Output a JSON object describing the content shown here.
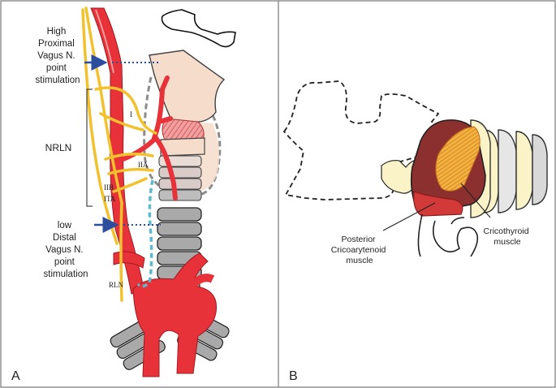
{
  "panel_a": {
    "letter": "A",
    "high_label": [
      "High",
      "Proximal",
      "Vagus N.",
      "point",
      "stimulation"
    ],
    "low_label": [
      "low",
      "Distal",
      "Vagus N.",
      "point",
      "stimulation"
    ],
    "nrln": "NRLN",
    "branches": {
      "i": "I",
      "iia": "IIA",
      "iib": "IIB",
      "ita": "ITA"
    },
    "rln": "RLN"
  },
  "panel_b": {
    "letter": "B",
    "pca_label": [
      "Posterior",
      "Cricoarytenoid",
      "muscle"
    ],
    "ct_label": [
      "Cricothyroid",
      "muscle"
    ]
  },
  "colors": {
    "artery": "#e8323a",
    "nerve": "#f2c12e",
    "arrow": "#2b4f9e",
    "rln_dash": "#5fb8cc",
    "cartilage": "#f6dccb",
    "ring_gray": "#a9a9a9",
    "muscle_dark": "#8b2f2f",
    "muscle_red": "#d23a3a",
    "ring_cream": "#fbf3c8"
  }
}
